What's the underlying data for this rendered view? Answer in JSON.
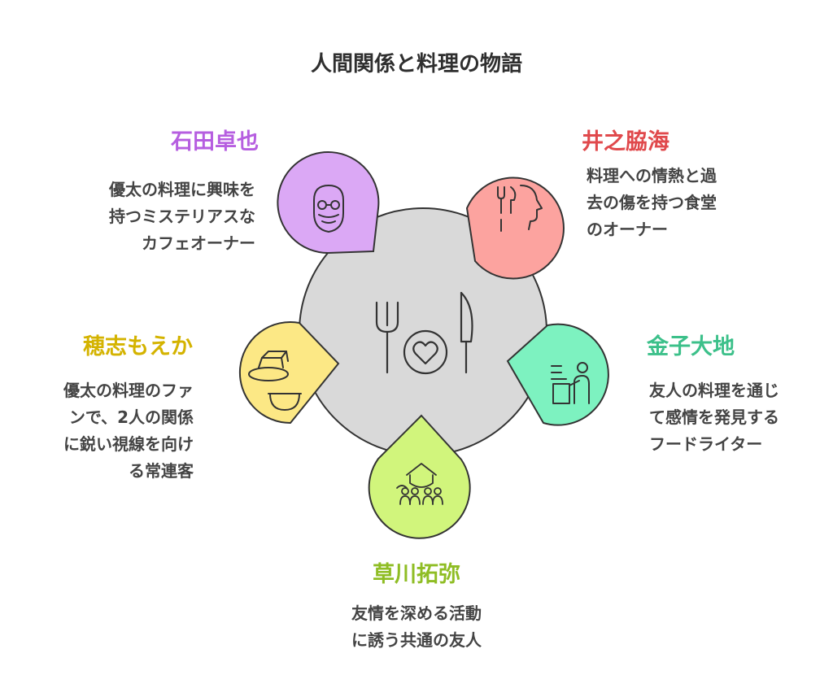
{
  "title": "人間関係と料理の物語",
  "colors": {
    "center_fill": "#d9d9d9",
    "stroke": "#333333",
    "purple": "#dba8f5",
    "purple_text": "#b65ee0",
    "red": "#fca39f",
    "red_text": "#e0494c",
    "green": "#7df2c0",
    "green_text": "#3cc08a",
    "lime": "#d1f57c",
    "lime_text": "#8fbd24",
    "yellow": "#fce885",
    "yellow_text": "#d4b300"
  },
  "center": {
    "icon": "plate-fork-knife-heart-icon"
  },
  "characters": [
    {
      "id": "ishida",
      "name": "石田卓也",
      "icon": "bearded-man-glasses-icon",
      "desc": [
        "優太の料理に興味を",
        "持つミステリアスな",
        "カフェオーナー"
      ]
    },
    {
      "id": "iwaki",
      "name": "井之脇海",
      "icon": "head-with-utensils-icon",
      "desc": [
        "料理への情熱と過",
        "去の傷を持つ食堂",
        "のオーナー"
      ]
    },
    {
      "id": "kaneko",
      "name": "金子大地",
      "icon": "writer-at-desk-icon",
      "desc": [
        "友人の料理を通じ",
        "て感情を発見する",
        "フードライター"
      ]
    },
    {
      "id": "kusakawa",
      "name": "草川拓弥",
      "icon": "group-of-people-icon",
      "desc": [
        "友情を深める活動",
        "に誘う共通の友人"
      ]
    },
    {
      "id": "hozumi",
      "name": "穂志もえか",
      "icon": "butter-and-bowl-icon",
      "desc": [
        "優太の料理のファ",
        "ンで、2人の関係",
        "に鋭い視線を向け",
        "る常連客"
      ]
    }
  ]
}
